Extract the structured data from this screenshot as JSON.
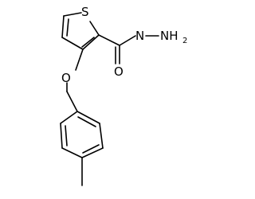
{
  "molecule": {
    "atoms": {
      "sulfur": "S",
      "oxygen_carbonyl": "O",
      "oxygen_ether": "O",
      "nitrogen_amide": "N",
      "nitrogen_amine": "NH",
      "amine_subscript": "2"
    },
    "colors": {
      "bond": "#000000",
      "label": "#000000",
      "background": "#ffffff"
    }
  }
}
